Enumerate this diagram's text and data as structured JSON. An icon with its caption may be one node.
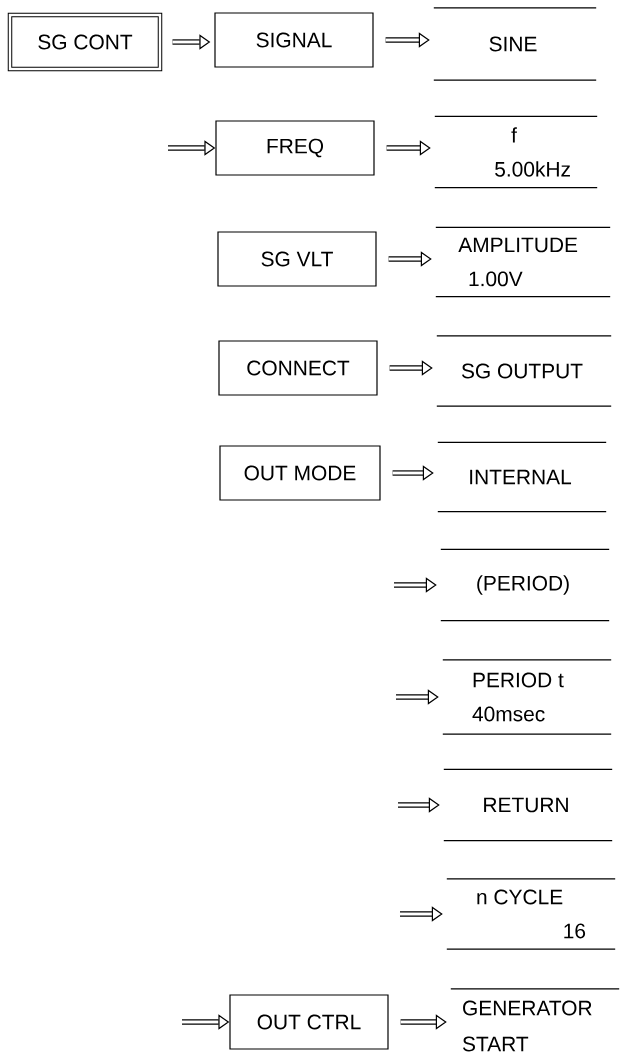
{
  "diagram": {
    "nodes": [
      {
        "text": [
          "SG CONT"
        ]
      },
      {
        "text": [
          "SIGNAL"
        ]
      },
      {
        "text": [
          "SINE"
        ]
      },
      {
        "text": [
          "FREQ"
        ]
      },
      {
        "text": [
          "f",
          "5.00kHz"
        ]
      },
      {
        "text": [
          "SG VLT"
        ]
      },
      {
        "text": [
          "AMPLITUDE",
          "1.00V"
        ]
      },
      {
        "text": [
          "CONNECT"
        ]
      },
      {
        "text": [
          "SG OUTPUT"
        ]
      },
      {
        "text": [
          "OUT MODE"
        ]
      },
      {
        "text": [
          "INTERNAL"
        ]
      },
      {
        "text": [
          "(PERIOD)"
        ]
      },
      {
        "text": [
          "PERIOD t",
          "40msec"
        ]
      },
      {
        "text": [
          "RETURN"
        ]
      },
      {
        "text": [
          "n CYCLE",
          "16"
        ]
      },
      {
        "text": [
          "OUT CTRL"
        ]
      },
      {
        "text": [
          "GENERATOR START"
        ]
      }
    ],
    "edges": [
      {
        "from": 0,
        "to": 1,
        "arrow": "to"
      },
      {
        "from": 1,
        "to": 2,
        "arrow": "to"
      },
      {
        "from": null,
        "to": 3,
        "arrow": "to"
      },
      {
        "from": 3,
        "to": 4,
        "arrow": "to"
      },
      {
        "from": 5,
        "to": 6,
        "arrow": "to"
      },
      {
        "from": 7,
        "to": 8,
        "arrow": "to"
      },
      {
        "from": 9,
        "to": 10,
        "arrow": "to"
      },
      {
        "from": null,
        "to": 11,
        "arrow": "to"
      },
      {
        "from": null,
        "to": 12,
        "arrow": "to"
      },
      {
        "from": null,
        "to": 13,
        "arrow": "to"
      },
      {
        "from": null,
        "to": 14,
        "arrow": "to"
      },
      {
        "from": null,
        "to": 15,
        "arrow": "to"
      },
      {
        "from": 15,
        "to": 16,
        "arrow": "to"
      }
    ]
  }
}
